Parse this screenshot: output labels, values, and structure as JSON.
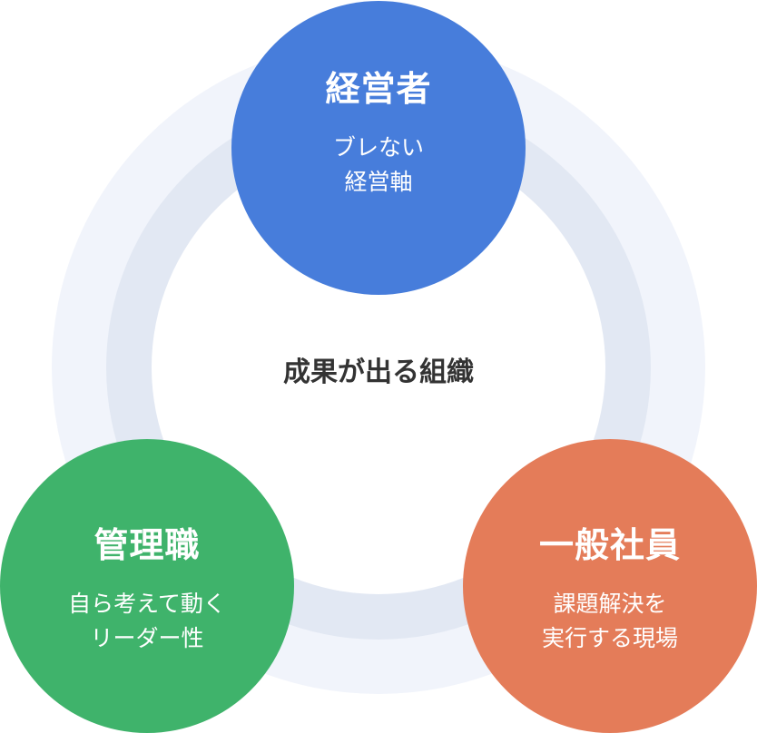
{
  "center_label": "成果が出る組織",
  "nodes": [
    {
      "title": "経営者",
      "desc": [
        "ブレない",
        "経営軸"
      ],
      "color": "#477ddb"
    },
    {
      "title": "管理職",
      "desc": [
        "自ら考えて動く",
        "リーダー性"
      ],
      "color": "#3fb36b"
    },
    {
      "title": "一般社員",
      "desc": [
        "課題解決を",
        "実行する現場"
      ],
      "color": "#e47c59"
    }
  ]
}
